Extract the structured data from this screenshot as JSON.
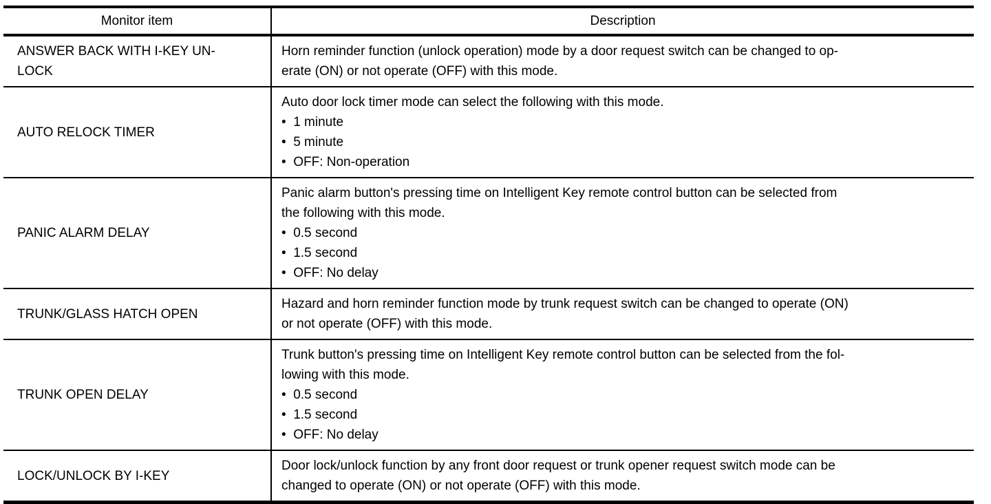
{
  "page": {
    "background_color": "#ffffff",
    "text_color": "#000000"
  },
  "table": {
    "headers": {
      "monitor_item": "Monitor item",
      "description": "Description"
    },
    "rows": [
      {
        "item_lines": [
          "ANSWER BACK WITH I-KEY UN-",
          "LOCK"
        ],
        "desc_lines": [
          "Horn reminder function (unlock operation) mode by a door request switch can be changed to op-",
          "erate (ON) or not operate (OFF) with this mode."
        ]
      },
      {
        "item_lines": [
          "AUTO RELOCK TIMER"
        ],
        "desc_lines": [
          "Auto door lock timer mode can select the following with this mode.",
          "•  1 minute",
          "•  5 minute",
          "•  OFF: Non-operation"
        ]
      },
      {
        "item_lines": [
          "PANIC ALARM DELAY"
        ],
        "desc_lines": [
          "Panic alarm button's pressing time on Intelligent Key remote control button can be selected from",
          "the following with this mode.",
          "•  0.5 second",
          "•  1.5 second",
          "•  OFF: No delay"
        ]
      },
      {
        "item_lines": [
          "TRUNK/GLASS HATCH OPEN"
        ],
        "desc_lines": [
          "Hazard and horn reminder function mode by trunk request switch can be changed to operate (ON)",
          "or not operate (OFF) with this mode."
        ]
      },
      {
        "item_lines": [
          "TRUNK OPEN DELAY"
        ],
        "desc_lines": [
          "Trunk button's pressing time on Intelligent Key remote control button can be selected from the fol-",
          "lowing with this mode.",
          "•  0.5 second",
          "•  1.5 second",
          "•  OFF: No delay"
        ]
      },
      {
        "item_lines": [
          "LOCK/UNLOCK BY I-KEY"
        ],
        "desc_lines": [
          "Door lock/unlock function by any front door request or trunk opener request switch mode can be",
          "changed to operate (ON) or not operate (OFF) with this mode."
        ]
      }
    ]
  }
}
